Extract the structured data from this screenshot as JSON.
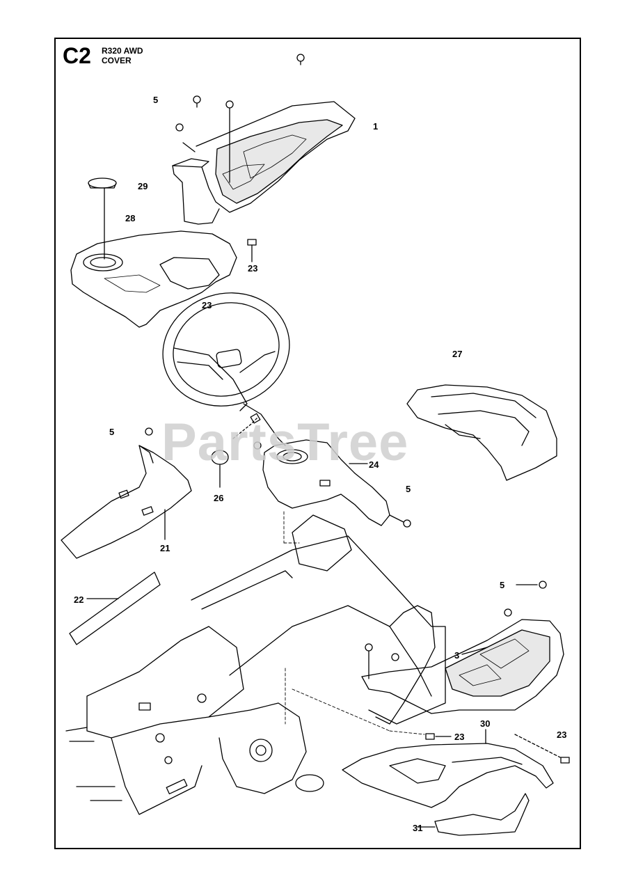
{
  "header": {
    "section_code": "C2",
    "model": "R320 AWD",
    "group": "COVER"
  },
  "watermark": "PartsTree",
  "callouts": [
    {
      "id": "c-5a",
      "label": "5"
    },
    {
      "id": "c-1",
      "label": "1"
    },
    {
      "id": "c-29",
      "label": "29"
    },
    {
      "id": "c-28",
      "label": "28"
    },
    {
      "id": "c-23a",
      "label": "23"
    },
    {
      "id": "c-23b",
      "label": "23"
    },
    {
      "id": "c-27",
      "label": "27"
    },
    {
      "id": "c-5b",
      "label": "5"
    },
    {
      "id": "c-24",
      "label": "24"
    },
    {
      "id": "c-26",
      "label": "26"
    },
    {
      "id": "c-5c",
      "label": "5"
    },
    {
      "id": "c-21",
      "label": "21"
    },
    {
      "id": "c-5d",
      "label": "5"
    },
    {
      "id": "c-22",
      "label": "22"
    },
    {
      "id": "c-3",
      "label": "3"
    },
    {
      "id": "c-30",
      "label": "30"
    },
    {
      "id": "c-23c",
      "label": "23"
    },
    {
      "id": "c-23d",
      "label": "23"
    },
    {
      "id": "c-31",
      "label": "31"
    }
  ]
}
